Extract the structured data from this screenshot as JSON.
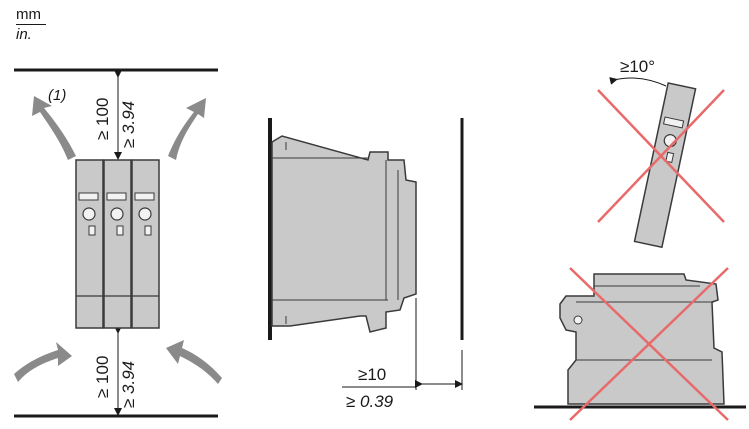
{
  "units": {
    "metric": "mm",
    "imperial": "in."
  },
  "note_marker": "(1)",
  "clearances": {
    "top_mm": "≥ 100",
    "top_in": "≥ 3.94",
    "bottom_mm": "≥ 100",
    "bottom_in": "≥ 3.94",
    "side_mm": "≥10",
    "side_in": "≥ 0.39",
    "tilt_limit": "≥10°"
  },
  "colors": {
    "device_fill": "#c9c9c9",
    "device_stroke": "#3a3a3a",
    "arrow_fill": "#8a8a8a",
    "cross": "#e86a6a",
    "line": "#1a1a1a"
  },
  "icons": [
    "airflow-arrow-icon",
    "prohibited-cross-icon",
    "dimension-arrow-icon"
  ]
}
